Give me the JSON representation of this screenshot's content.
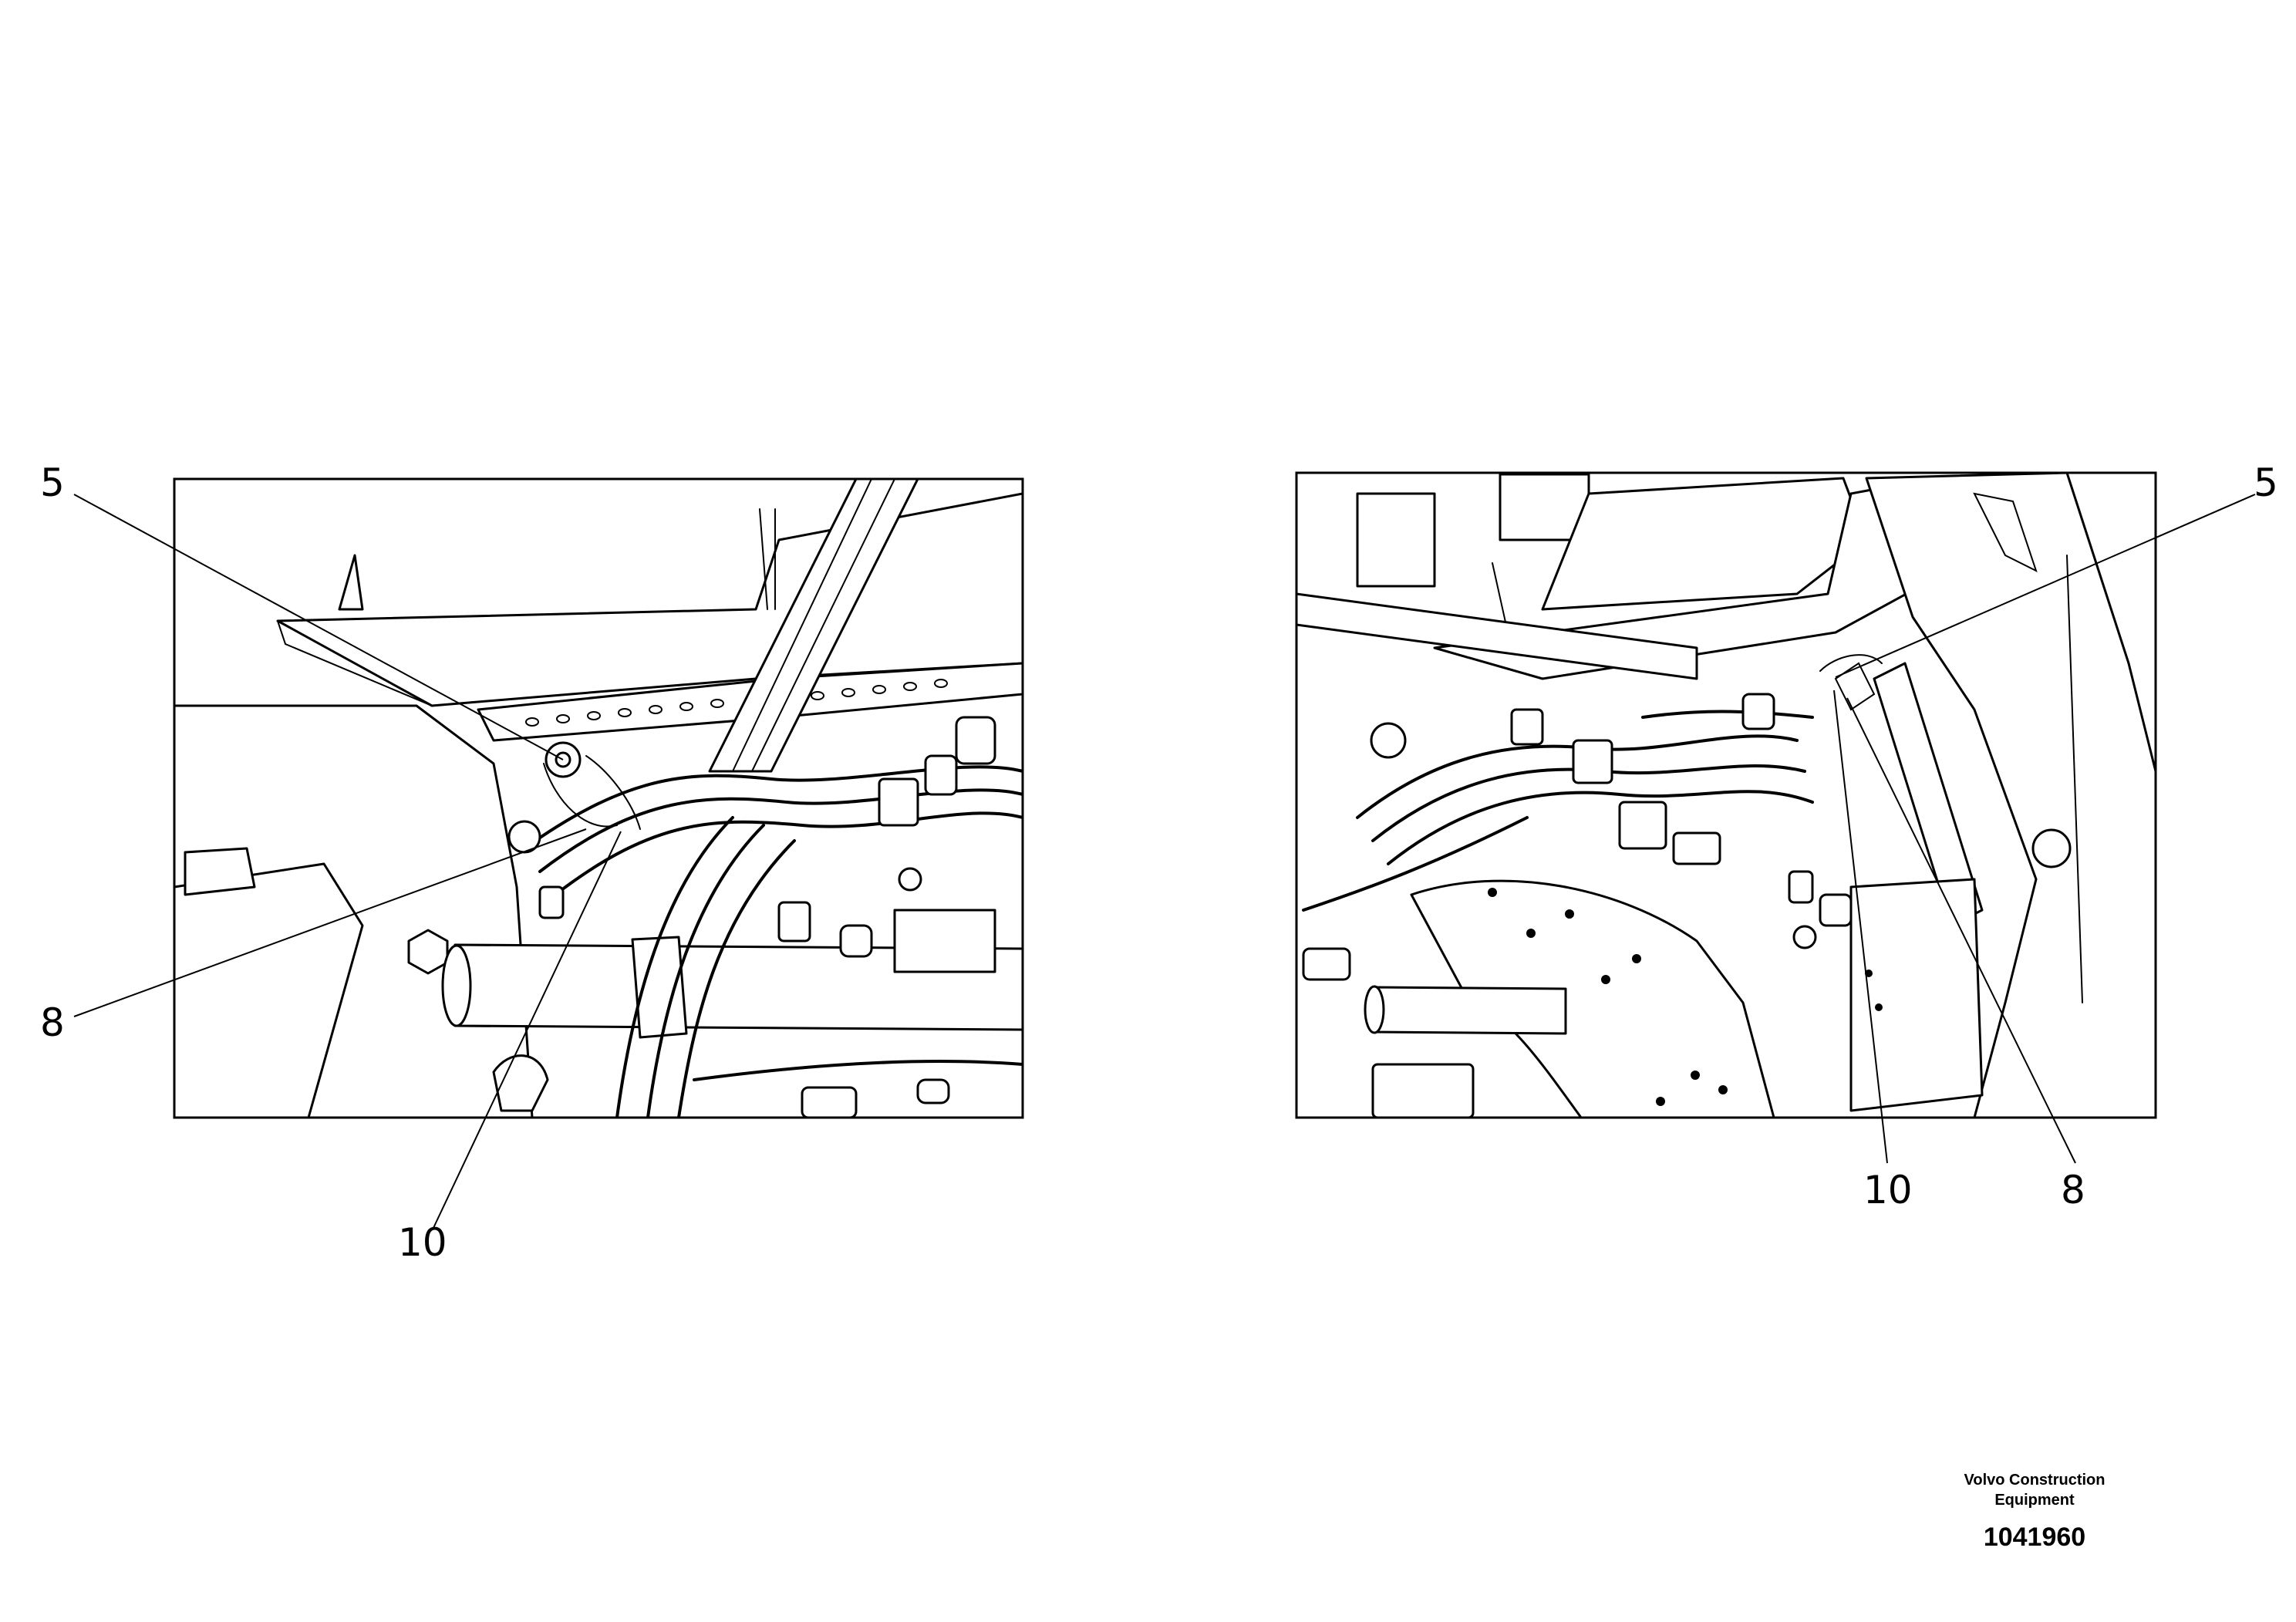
{
  "left_view": {
    "callouts": [
      "5",
      "8",
      "10"
    ]
  },
  "right_view": {
    "callouts": [
      "5",
      "10",
      "8"
    ]
  },
  "title_block": {
    "company_line1": "Volvo Construction",
    "company_line2": "Equipment",
    "drawing_number": "1041960"
  }
}
